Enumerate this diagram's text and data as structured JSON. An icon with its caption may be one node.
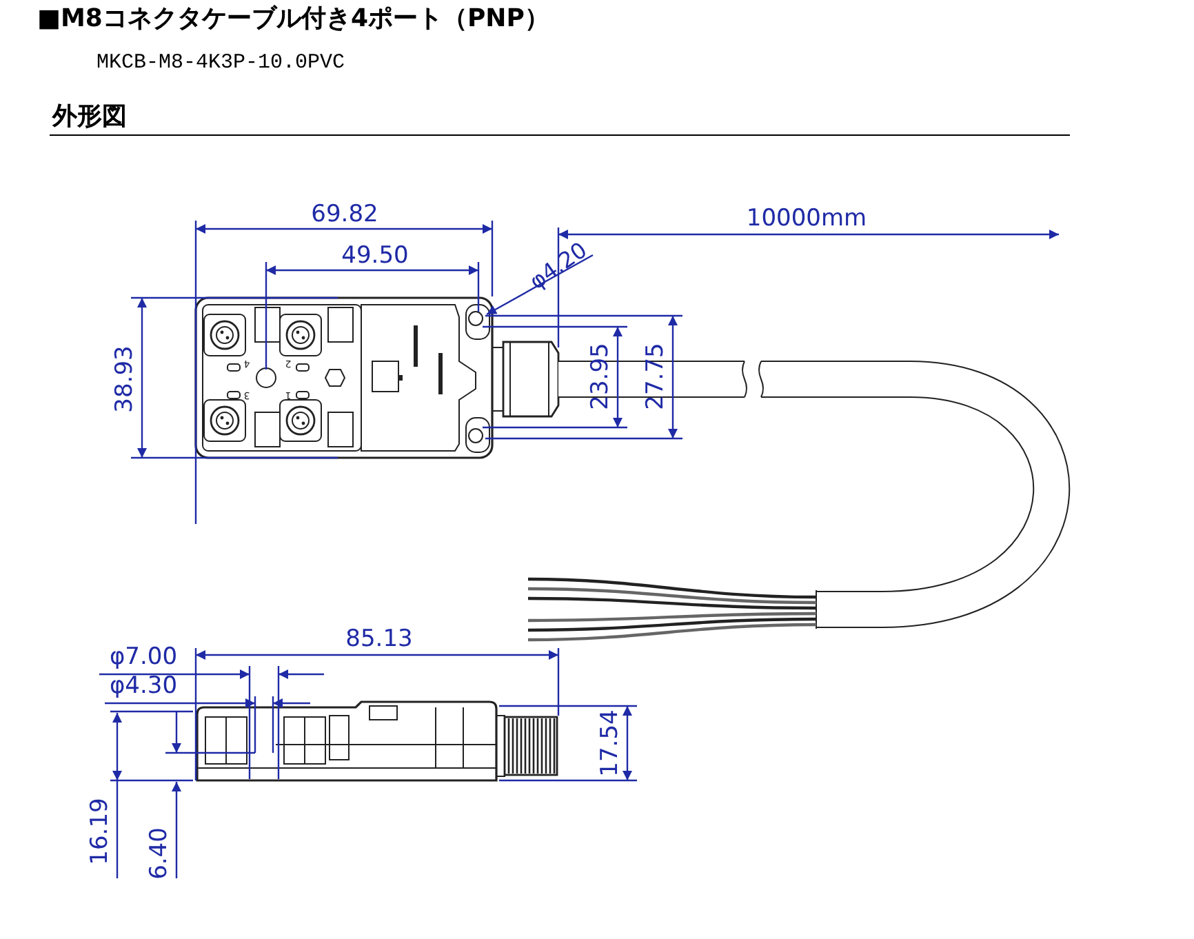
{
  "diagram": {
    "title": "■M8コネクタケーブル付き4ポート（PNP）",
    "labels": [
      "MKCB-M8-4K3P-10.0PVC",
      "外形図",
      "69.82",
      "49.50",
      "10000mm",
      "φ4.20",
      "38.93",
      "4",
      "2",
      "3",
      "1",
      "23.95",
      "27.75",
      "85.13",
      "φ7.00",
      "φ4.30",
      "17.54",
      "16.19",
      "6.40"
    ]
  }
}
